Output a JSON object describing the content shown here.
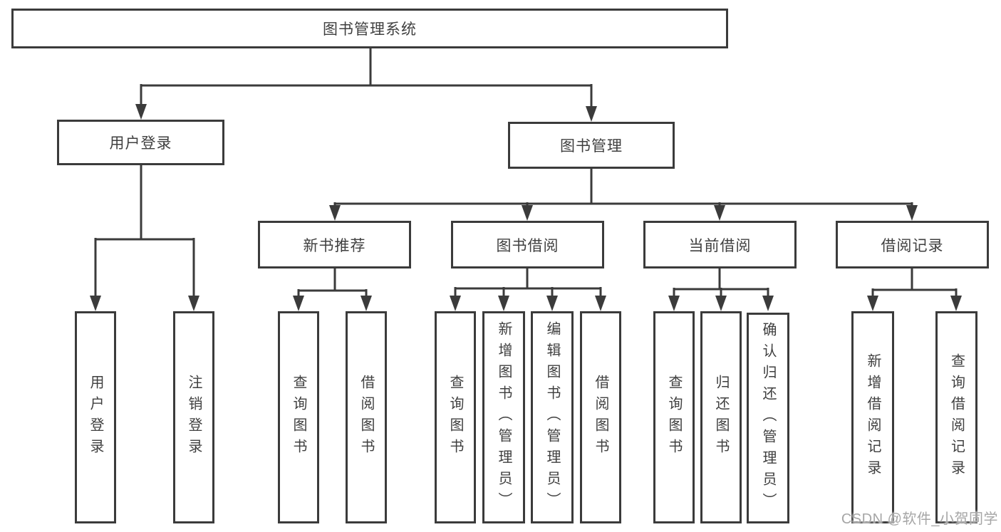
{
  "nodes": {
    "root": "图书管理系统",
    "user_login": "用户登录",
    "book_mgmt": "图书管理",
    "new_book_rec": "新书推荐",
    "book_borrow": "图书借阅",
    "current_borrow": "当前借阅",
    "borrow_records": "借阅记录",
    "ul_user_login": "用户登录",
    "ul_logout": "注销登录",
    "nb_query_book": "查询图书",
    "nb_borrow_book": "借阅图书",
    "bb_query_book": "查询图书",
    "bb_add_book": "新增图书（管理员）",
    "bb_edit_book": "编辑图书（管理员）",
    "bb_borrow_book": "借阅图书",
    "cb_query_book": "查询图书",
    "cb_return_book": "归还图书",
    "cb_confirm_return": "确认归还（管理员）",
    "br_add_record": "新增借阅记录",
    "br_query_record": "查询借阅记录"
  },
  "watermark": "CSDN @软件_小贺同学",
  "colors": {
    "line": "#3b3b3b",
    "text": "#3f3f3f",
    "watermark": "#a6a6a6",
    "background": "#ffffff"
  }
}
